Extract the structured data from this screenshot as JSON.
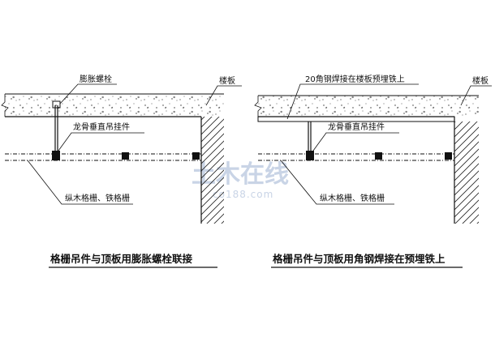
{
  "left_detail": {
    "label_bolt": "膨胀螺栓",
    "label_slab": "楼板",
    "label_hanger": "龙骨垂直吊挂件",
    "label_grille": "纵木格栅、铁格栅",
    "caption": "格栅吊件与顶板用膨胀螺栓联接"
  },
  "right_detail": {
    "label_weld": "20角钢焊接在楼板预埋铁上",
    "label_slab": "楼板",
    "label_hanger": "龙骨垂直吊挂件",
    "label_grille": "纵木格栅、铁格栅",
    "caption": "格栅吊件与顶板用角钢焊接在预埋铁上"
  },
  "watermark": {
    "text": "土木在线",
    "subtext": "co188.com"
  },
  "colors": {
    "line": "#111111",
    "watermark": "#c9d4e6"
  }
}
